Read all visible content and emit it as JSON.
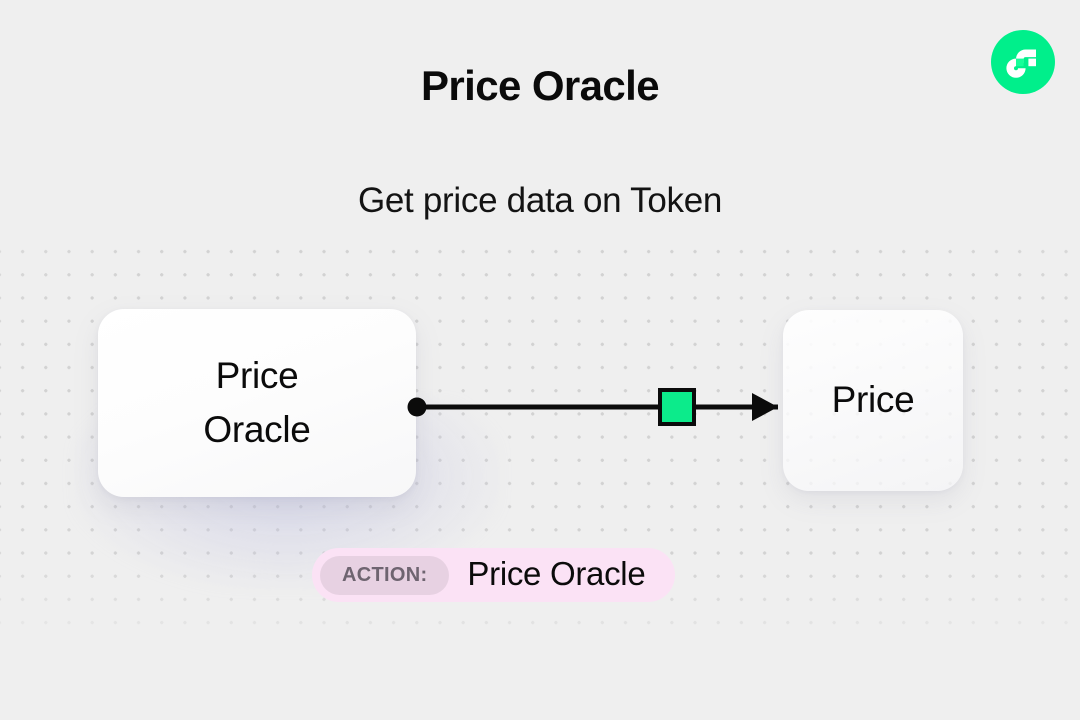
{
  "page": {
    "title": "Price Oracle",
    "subtitle": "Get price data on Token",
    "background_color": "#efefef",
    "dot_color": "#d2d2d2"
  },
  "brand": {
    "logo_name": "flow-logo",
    "logo_circle_color": "#00ef8b",
    "logo_mark_color": "#ffffff",
    "logo_accent_color": "#16ff99"
  },
  "diagram": {
    "nodes": [
      {
        "id": "source",
        "label": "Price\nOracle",
        "role": "source-node"
      },
      {
        "id": "target",
        "label": "Price",
        "role": "target-node"
      }
    ],
    "connector": {
      "name": "edge-price-oracle-to-price",
      "stroke_color": "#0b0b0b",
      "handle_color": "#0b0b0b",
      "marker_color": "#0ceb8b",
      "direction": "left-to-right"
    }
  },
  "action": {
    "tag_label": "ACTION:",
    "value": "Price Oracle",
    "background_color": "#fbe2f5",
    "tag_background_color": "#e7d1e2",
    "tag_text_color": "#6e6470"
  }
}
